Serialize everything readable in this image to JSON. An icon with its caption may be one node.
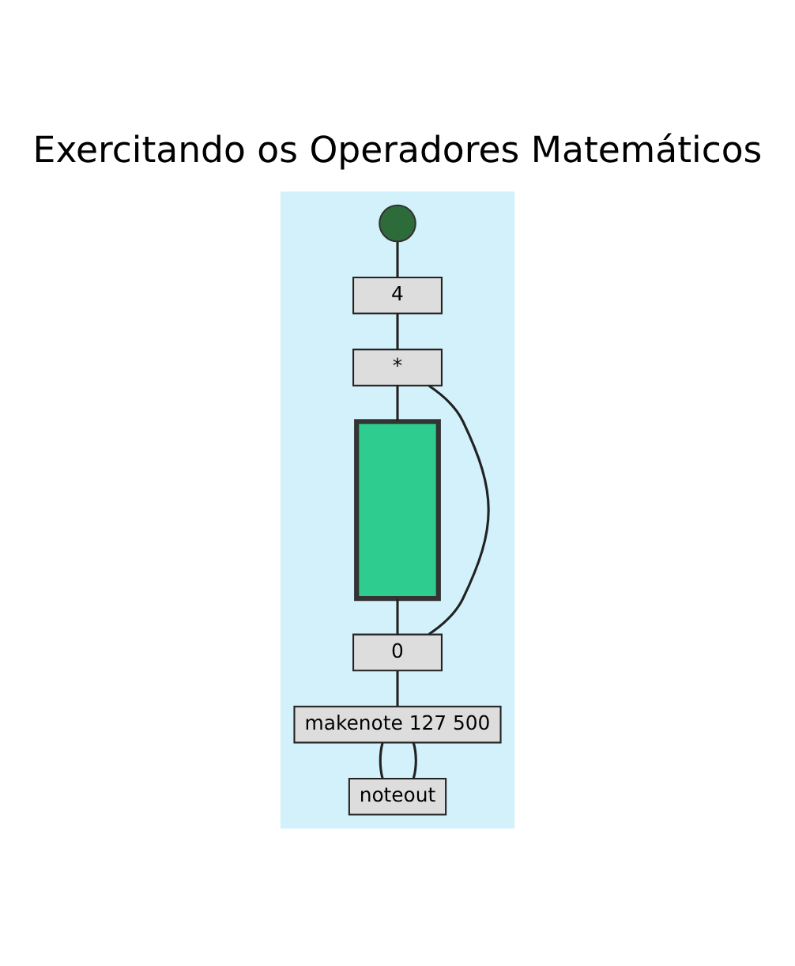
{
  "diagram": {
    "title": "Exercitando os Operadores Matemáticos",
    "nodes": [
      {
        "text": [],
        "shape": "box"
      },
      {
        "text": [],
        "shape": "circle",
        "in": 0
      },
      {
        "text": [
          "4"
        ],
        "in": 0
      },
      {
        "text": [
          "*"
        ],
        "in": 0
      },
      {
        "text": [],
        "shape": "bar",
        "in": 0
      },
      {
        "text": [
          "0"
        ],
        "in": 0
      },
      {
        "text": [
          "makenote 127 500"
        ],
        "in": 0
      },
      {
        "text": [
          "noteout"
        ],
        "in": 0
      }
    ],
    "edges": [
      {
        "from": 1,
        "to": 2,
        "arrow": "none"
      },
      {
        "from": 2,
        "to": 3,
        "arrow": "none"
      },
      {
        "from": 3,
        "to": 4,
        "arrow": "none"
      },
      {
        "from": 4,
        "to": 5,
        "arrow": "none"
      },
      {
        "from": 5,
        "to": 6,
        "arrow": "none"
      },
      {
        "from": 5,
        "to": 3,
        "arrow": "none"
      },
      {
        "from": 6,
        "to": 7,
        "arrow": "none"
      },
      {
        "from": 6,
        "to": 7,
        "arrow": "none"
      }
    ]
  }
}
